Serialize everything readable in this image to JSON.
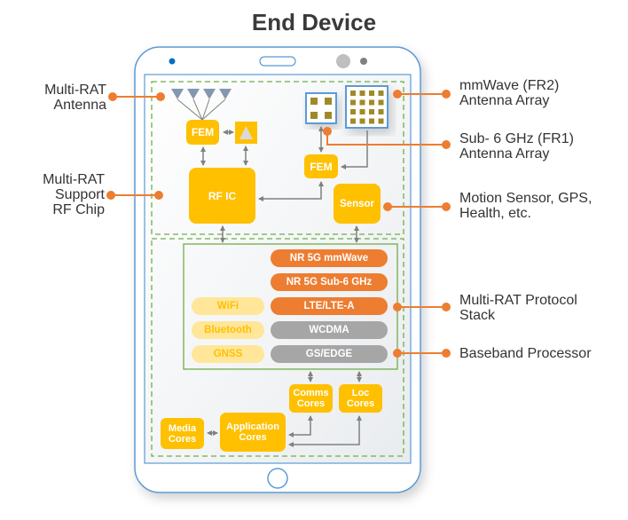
{
  "title": "End Device",
  "callouts_left": [
    {
      "id": "multi-rat-antenna",
      "lines": [
        "Multi-RAT",
        "Antenna"
      ]
    },
    {
      "id": "multi-rat-rf-chip",
      "lines": [
        "Multi-RAT",
        "Support",
        "RF Chip"
      ]
    }
  ],
  "callouts_right": [
    {
      "id": "mmwave-array",
      "lines": [
        "mmWave (FR2)",
        "Antenna Array"
      ]
    },
    {
      "id": "sub6-array",
      "lines": [
        "Sub- 6 GHz (FR1)",
        "Antenna Array"
      ]
    },
    {
      "id": "sensor",
      "lines": [
        "Motion Sensor, GPS,",
        "Health, etc."
      ]
    },
    {
      "id": "protocol-stack",
      "lines": [
        "Multi-RAT Protocol",
        "Stack"
      ]
    },
    {
      "id": "baseband",
      "lines": [
        "Baseband Processor"
      ]
    }
  ],
  "blocks": {
    "fem_left": "FEM",
    "fem_right": "FEM",
    "rf_ic": "RF IC",
    "sensor": "Sensor",
    "comms_cores": [
      "Comms",
      "Cores"
    ],
    "loc_cores": [
      "Loc",
      "Cores"
    ],
    "media_cores": [
      "Media",
      "Cores"
    ],
    "application_cores": [
      "Application",
      "Cores"
    ]
  },
  "protocol_stack": {
    "cellular": [
      {
        "label": "NR 5G mmWave",
        "style": "orange"
      },
      {
        "label": "NR 5G Sub-6 GHz",
        "style": "orange"
      },
      {
        "label": "LTE/LTE-A",
        "style": "orange"
      },
      {
        "label": "WCDMA",
        "style": "gray"
      },
      {
        "label": "GS/EDGE",
        "style": "gray"
      }
    ],
    "other": [
      {
        "label": "WiFi"
      },
      {
        "label": "Bluetooth"
      },
      {
        "label": "GNSS"
      }
    ]
  },
  "colors": {
    "accent_orange": "#ed7d31",
    "block_yellow": "#ffc000",
    "light_yellow": "#ffe699",
    "legacy_gray": "#a6a6a6",
    "phone_outline": "#5b9bd5",
    "dashed_green": "#70ad47",
    "arrow_gray": "#808080",
    "antenna_blue_gray": "#8497b0",
    "patch_olive": "#a08a28"
  }
}
